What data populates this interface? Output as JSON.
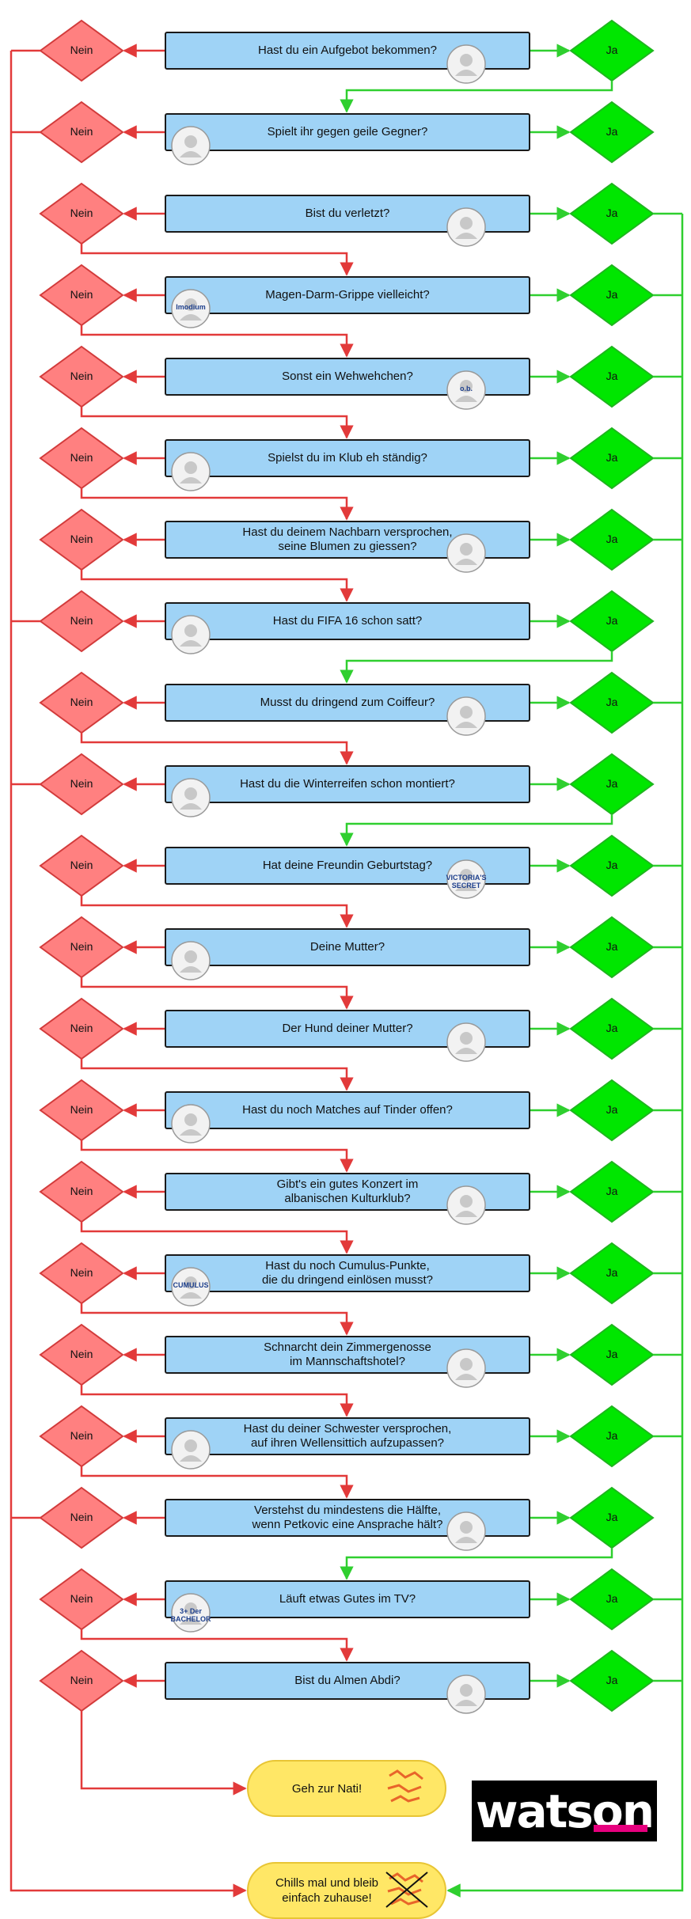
{
  "colors": {
    "nein": "#ff8080",
    "ja": "#00e600",
    "box": "#9fd3f6",
    "end": "#ffe766",
    "wireRed": "#e23a3a",
    "wireGreen": "#2fcf2f"
  },
  "labels": {
    "nein": "Nein",
    "ja": "Ja"
  },
  "questions": [
    {
      "text": "Hast du ein Aufgebot bekommen?",
      "icon": "bird-icon"
    },
    {
      "text": "Spielt ihr gegen geile Gegner?",
      "icon": "flags-icon"
    },
    {
      "text": "Bist du verletzt?",
      "icon": "bandage-icon"
    },
    {
      "text": "Magen-Darm-Grippe vielleicht?",
      "icon": "medicine-box-icon",
      "ill_text": "Imodium"
    },
    {
      "text": "Sonst ein Wehwehchen?",
      "icon": "tampon-box-icon",
      "ill_text": "o.b."
    },
    {
      "text": "Spielst du im Klub eh ständig?",
      "icon": "player-portraits-icon"
    },
    {
      "text": "Hast du deinem Nachbarn versprochen,\nseine Blumen zu giessen?",
      "icon": "parrot-icon"
    },
    {
      "text": "Hast du FIFA 16 schon satt?",
      "icon": "gamepad-icon"
    },
    {
      "text": "Musst du dringend zum Coiffeur?",
      "icon": "sticker-card-icon"
    },
    {
      "text": "Hast du die Winterreifen schon montiert?",
      "icon": "tire-icon"
    },
    {
      "text": "Hat deine Freundin Geburtstag?",
      "icon": "gift-bag-icon",
      "ill_text": "VICTORIA'S SECRET"
    },
    {
      "text": "Deine Mutter?",
      "icon": "flower-bouquet-icon"
    },
    {
      "text": "Der Hund deiner Mutter?",
      "icon": "bones-icon"
    },
    {
      "text": "Hast du noch Matches auf Tinder offen?",
      "icon": "phone-heart-icon"
    },
    {
      "text": "Gibt's ein gutes Konzert im\nalbanischen Kulturklub?",
      "icon": "singer-portrait-icon"
    },
    {
      "text": "Hast du noch Cumulus-Punkte,\ndie du dringend einlösen musst?",
      "icon": "underwear-icon",
      "ill_text": "CUMULUS"
    },
    {
      "text": "Schnarcht dein Zimmergenosse\nim Mannschaftshotel?",
      "icon": "sleeping-emoji-icon"
    },
    {
      "text": "Hast du deiner Schwester versprochen,\nauf ihren Wellensittich aufzupassen?",
      "icon": "budgie-icon"
    },
    {
      "text": "Verstehst du mindestens die Hälfte,\nwenn Petkovic eine Ansprache hält?",
      "icon": "confused-doodle-icon"
    },
    {
      "text": "Läuft etwas Gutes im TV?",
      "icon": "tv-logo-icon",
      "ill_text": "3+ Der BACHELOR"
    },
    {
      "text": "Bist du Almen Abdi?",
      "icon": "crying-child-icon"
    }
  ],
  "endings": {
    "nati": "Geh zur Nati!",
    "home": "Chills mal und bleib\neinfach zuhause!"
  },
  "logo": "watson"
}
